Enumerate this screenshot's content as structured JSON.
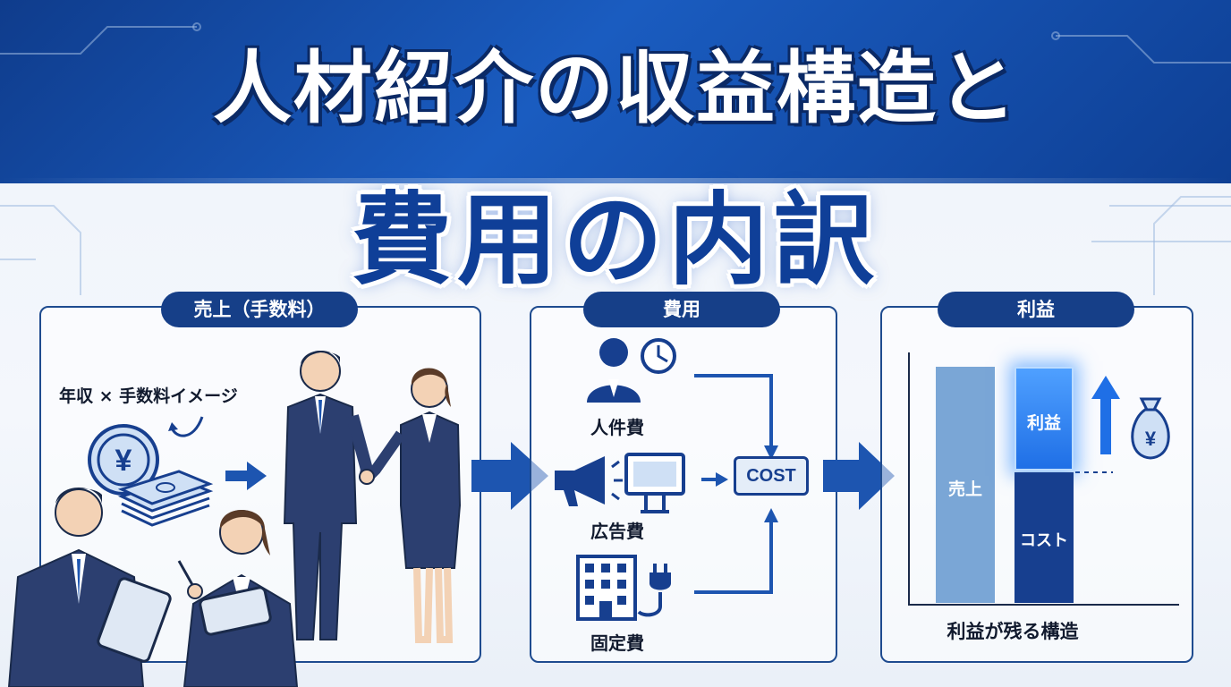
{
  "title": {
    "line1": "人材紹介の収益構造と",
    "line2": "費用の内訳"
  },
  "sections": {
    "revenue": {
      "label": "売上（手数料）",
      "caption": "年収 × 手数料イメージ"
    },
    "cost": {
      "label": "費用",
      "items": [
        {
          "label": "人件費",
          "icon": "person-clock-icon"
        },
        {
          "label": "広告費",
          "icon": "megaphone-billboard-icon"
        },
        {
          "label": "固定費",
          "icon": "building-plug-icon"
        }
      ],
      "center_box": "COST"
    },
    "profit": {
      "label": "利益",
      "bar_revenue": "売上",
      "bar_profit": "利益",
      "bar_cost": "コスト",
      "caption": "利益が残る構造"
    }
  },
  "colors": {
    "brand_dark": "#163f88",
    "header_blue": "#1a5cc0",
    "bar_light": "#7aa6d6",
    "bar_dark": "#173f8f",
    "profit_glow": "#2f8cff"
  }
}
